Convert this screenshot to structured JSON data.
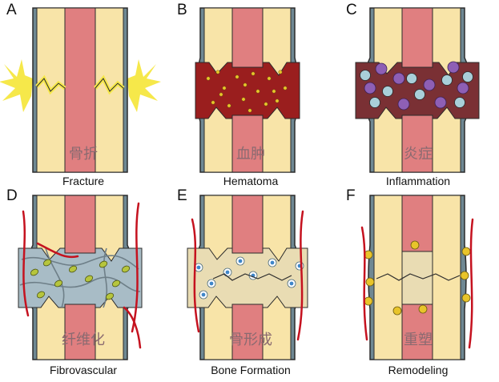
{
  "panels": [
    {
      "letter": "A",
      "caption": "Fracture",
      "cn": "骨折"
    },
    {
      "letter": "B",
      "caption": "Hematoma",
      "cn": "血肿"
    },
    {
      "letter": "C",
      "caption": "Inflammation",
      "cn": "炎症"
    },
    {
      "letter": "D",
      "caption": "Fibrovascular",
      "cn": "纤维化"
    },
    {
      "letter": "E",
      "caption": "Bone Formation",
      "cn": "骨形成"
    },
    {
      "letter": "F",
      "caption": "Remodeling",
      "cn": "重塑"
    }
  ],
  "colors": {
    "cortex": "#f8e4a8",
    "marrow": "#e07f80",
    "periosteum": "#6f8893",
    "outline": "#2b2b2b",
    "flash": "#f6e84a",
    "hematoma": "#9a1e1e",
    "inflam": "#7a3034",
    "fibro": "#a8bcc6",
    "callus": "#e9dcb3",
    "vessel": "#c5121f",
    "granule": "#e8c42a",
    "macrophage": "#8e5fb5",
    "neutrophil": "#a9cfd9"
  }
}
